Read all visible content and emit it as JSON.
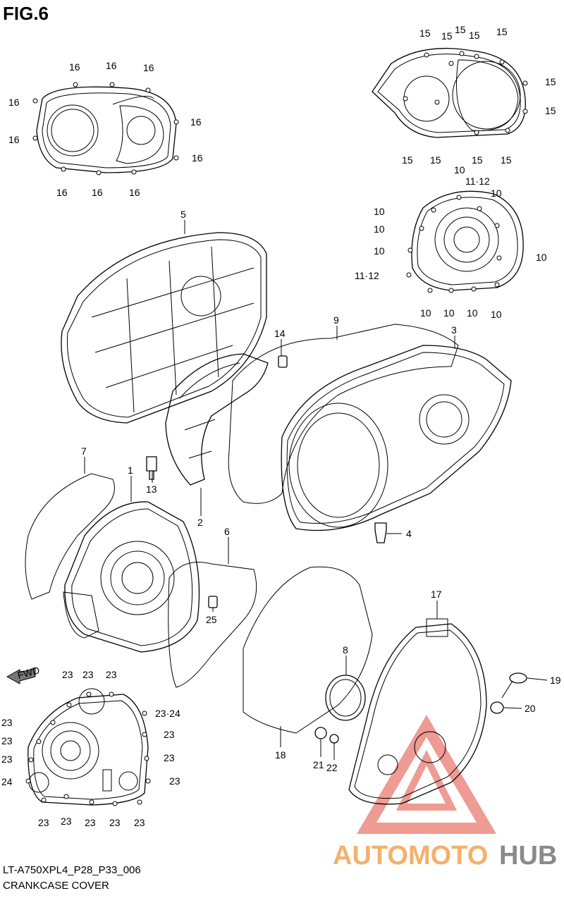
{
  "figure": {
    "title": "FIG.6",
    "code": "LT-A750XPL4_P28_P33_006",
    "description": "CRANKCASE COVER"
  },
  "fwd_label": "FWD",
  "watermark": {
    "part1": "AUTOMOTO",
    "part2": "HUB",
    "color1": "#f5b06a",
    "color2": "#8a8a8a",
    "triangle_color": "#e0483a"
  },
  "callouts": {
    "c1": "1",
    "c2": "2",
    "c3": "3",
    "c4": "4",
    "c5": "5",
    "c6": "6",
    "c7": "7",
    "c8": "8",
    "c9": "9",
    "c13": "13",
    "c14": "14",
    "c17": "17",
    "c18": "18",
    "c19": "19",
    "c20": "20",
    "c21": "21",
    "c22": "22",
    "c25": "25",
    "n10": "10",
    "n11_12": "11·12",
    "n15": "15",
    "n16": "16",
    "n23": "23",
    "n23_24": "23·24",
    "n24": "24"
  }
}
